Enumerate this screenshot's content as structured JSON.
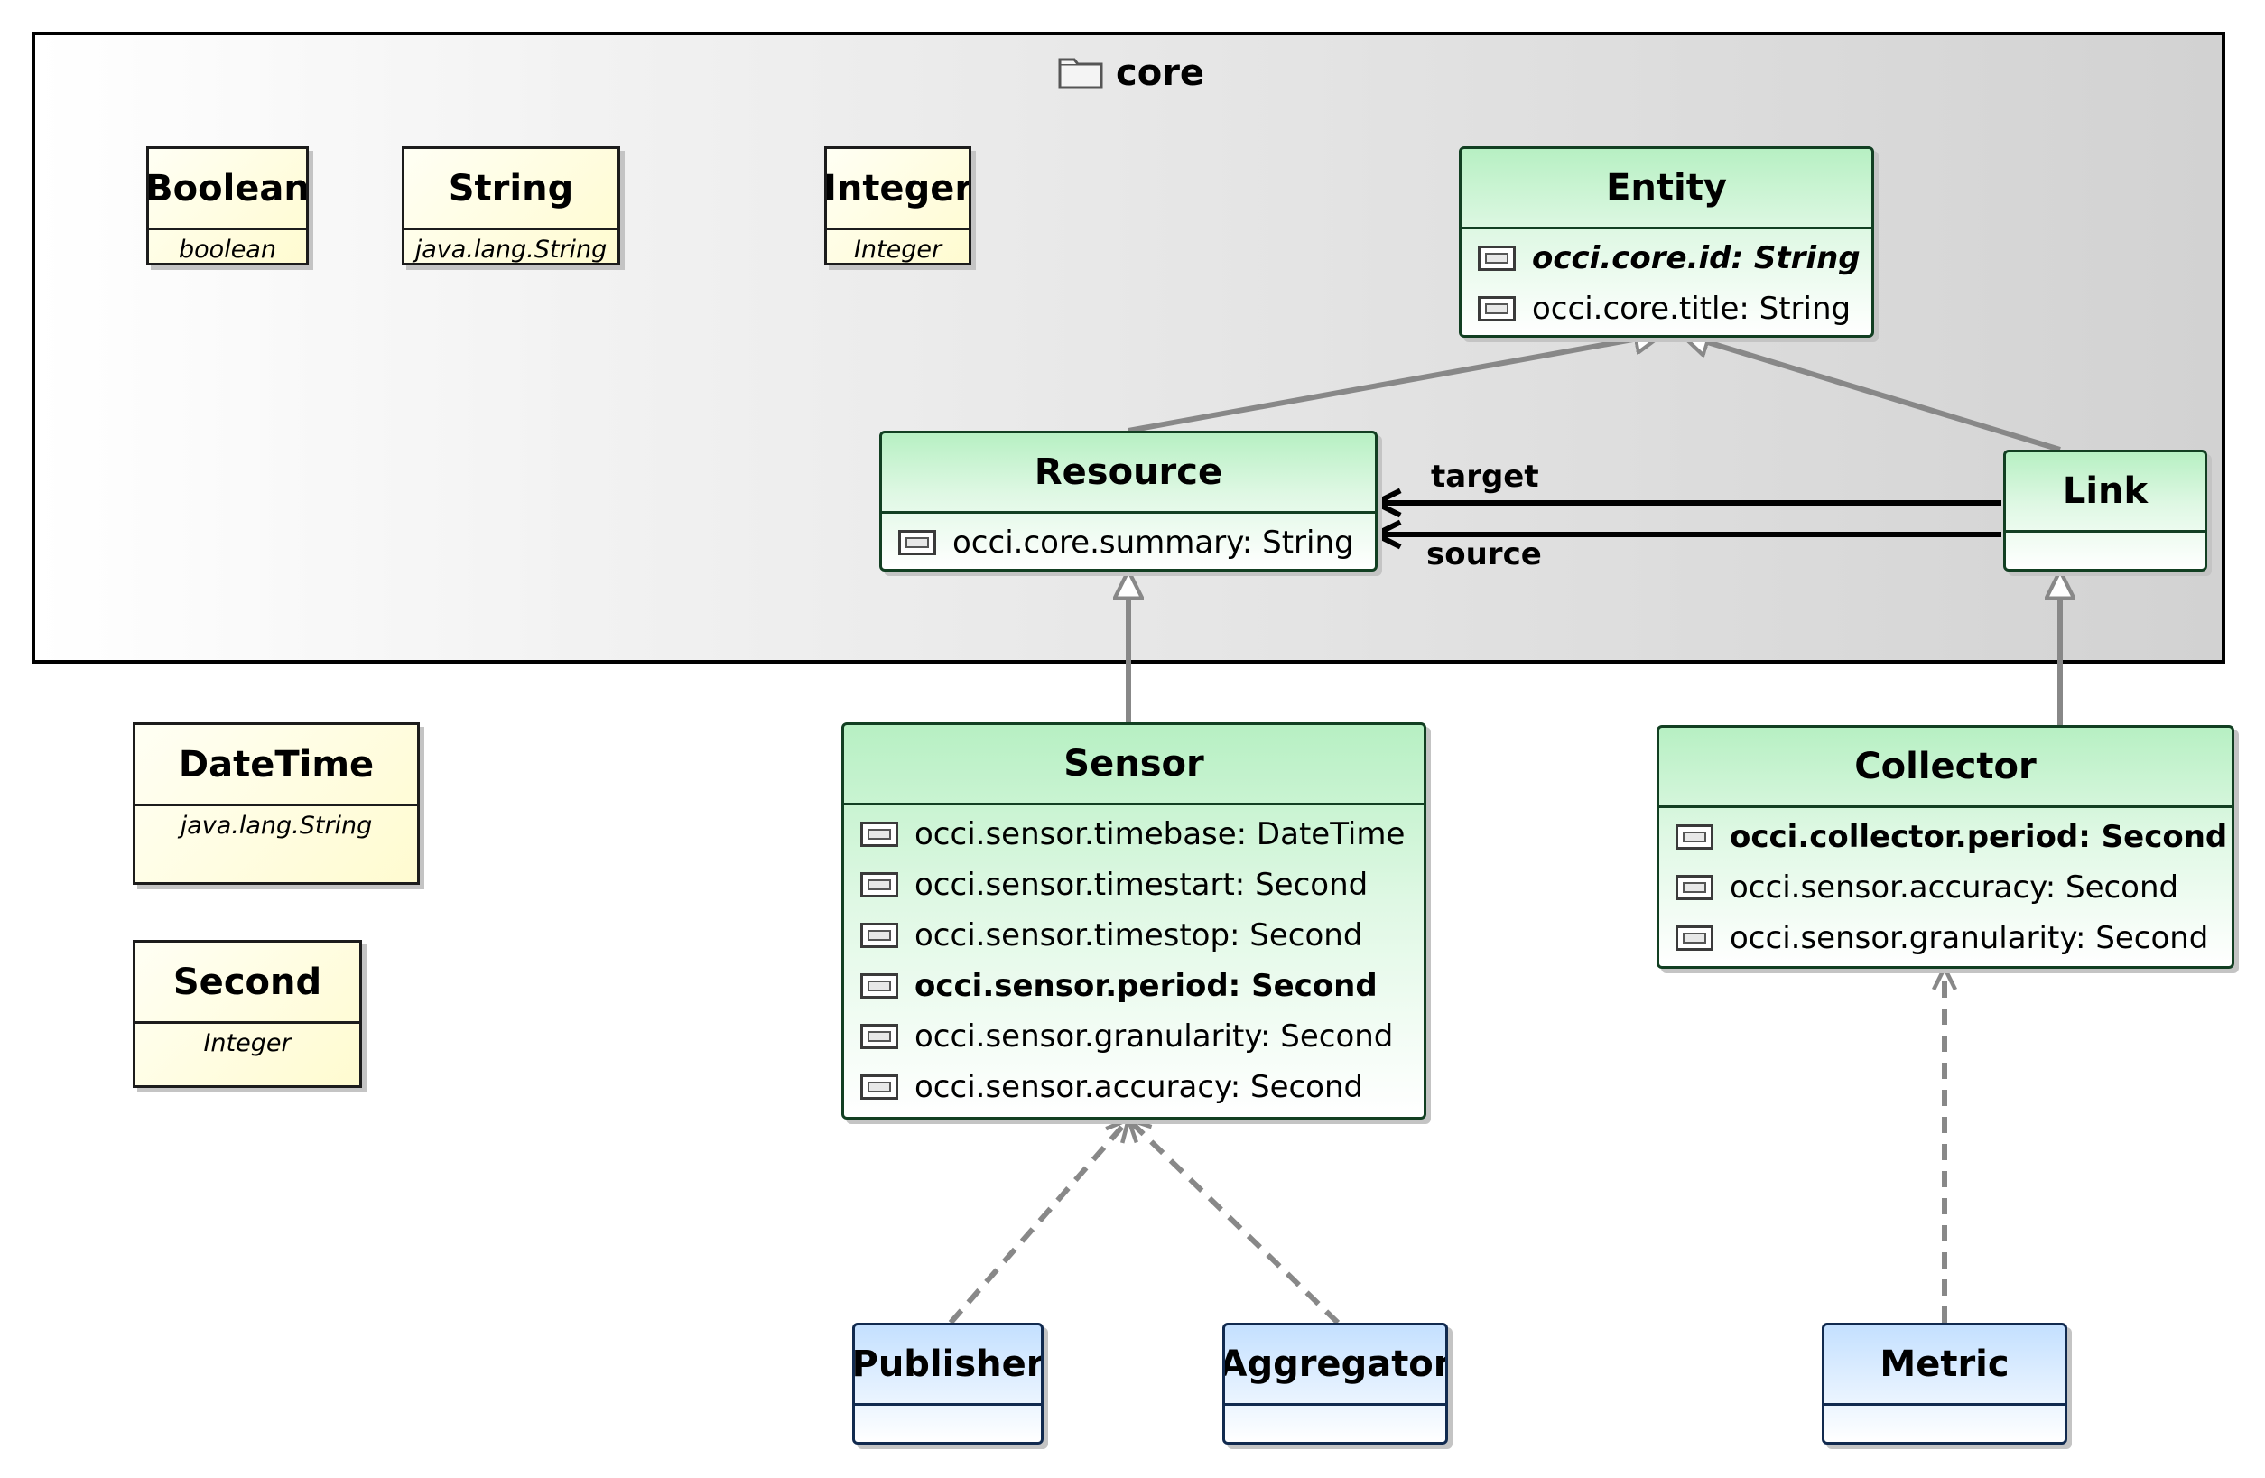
{
  "package": {
    "name": "core"
  },
  "datatypes": {
    "boolean": {
      "name": "Boolean",
      "type": "boolean"
    },
    "string": {
      "name": "String",
      "type": "java.lang.String"
    },
    "integer": {
      "name": "Integer",
      "type": "Integer"
    },
    "datetime": {
      "name": "DateTime",
      "type": "java.lang.String"
    },
    "second": {
      "name": "Second",
      "type": "Integer"
    }
  },
  "classes": {
    "entity": {
      "name": "Entity",
      "attributes": [
        "occi.core.id: String",
        "occi.core.title: String"
      ]
    },
    "resource": {
      "name": "Resource",
      "attributes": [
        "occi.core.summary: String"
      ]
    },
    "link": {
      "name": "Link"
    },
    "sensor": {
      "name": "Sensor",
      "attributes": [
        "occi.sensor.timebase: DateTime",
        "occi.sensor.timestart: Second",
        "occi.sensor.timestop: Second",
        "occi.sensor.period: Second",
        "occi.sensor.granularity: Second",
        "occi.sensor.accuracy: Second"
      ]
    },
    "collector": {
      "name": "Collector",
      "attributes": [
        "occi.collector.period: Second",
        "occi.sensor.accuracy: Second",
        "occi.sensor.granularity: Second"
      ]
    }
  },
  "mixins": {
    "publisher": {
      "name": "Publisher"
    },
    "aggregator": {
      "name": "Aggregator"
    },
    "metric": {
      "name": "Metric"
    }
  },
  "associations": {
    "target": "target",
    "source": "source"
  },
  "icons": {
    "package": "folder-icon",
    "attribute": "property-icon"
  },
  "colors": {
    "class_header": "#b7f0c3",
    "mixin_header": "#c4e0ff",
    "datatype_fill": "#fffbd0",
    "generalization_line": "#888888"
  }
}
